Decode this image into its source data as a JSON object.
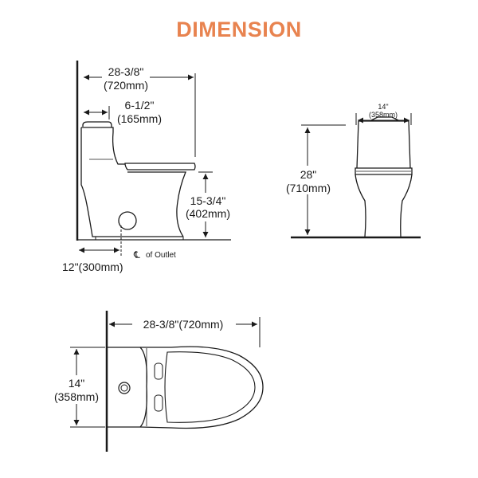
{
  "title": "DIMENSION",
  "colors": {
    "title": "#e8834f",
    "line": "#1a1a1a"
  },
  "side_view": {
    "overall_depth_in": "28-3/8\"",
    "overall_depth_mm": "(720mm)",
    "tank_offset_in": "6-1/2\"",
    "tank_offset_mm": "(165mm)",
    "seat_height_in": "15-3/4\"",
    "seat_height_mm": "(402mm)",
    "rough_in": "12\"(300mm)",
    "outlet_symbol": "℄",
    "outlet_label": "of Outlet"
  },
  "front_view": {
    "width_in": "14\"",
    "width_mm": "(358mm)",
    "height_in": "28\"",
    "height_mm": "(710mm)"
  },
  "top_view": {
    "depth": "28-3/8\"(720mm)",
    "width_in": "14\"",
    "width_mm": "(358mm)"
  }
}
